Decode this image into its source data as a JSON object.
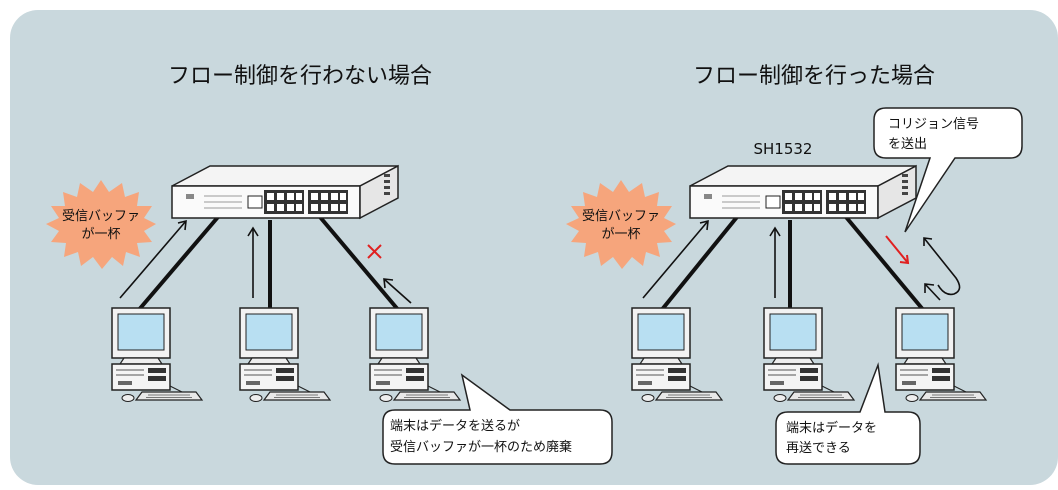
{
  "left_panel": {
    "title": "フロー制御を行わない場合",
    "burst_label_line1": "受信バッファ",
    "burst_label_line2": "が一杯",
    "callout_line1": "端末はデータを送るが",
    "callout_line2": "受信バッファが一杯のため廃棄"
  },
  "right_panel": {
    "title": "フロー制御を行った場合",
    "switch_label": "SH1532",
    "burst_label_line1": "受信バッファ",
    "burst_label_line2": "が一杯",
    "collision_line1": "コリジョン信号",
    "collision_line2": "を送出",
    "callout_line1": "端末はデータを",
    "callout_line2": "再送できる"
  },
  "colors": {
    "background": "#c9d8dd",
    "burst": "#f6a57c",
    "drop_mark": "#e02020",
    "collision_arrow": "#e02020"
  }
}
